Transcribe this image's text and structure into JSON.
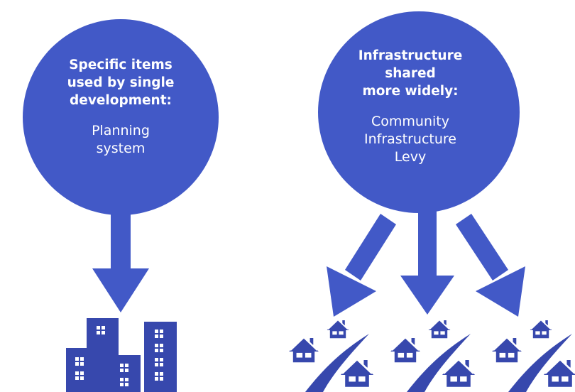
{
  "colors": {
    "circle": "#4259c7",
    "arrow": "#4259c7",
    "icon": "#3748ad"
  },
  "left": {
    "heading_lines": [
      "Specific items",
      "used by single",
      "development:"
    ],
    "sub_lines": [
      "Planning",
      "system"
    ]
  },
  "right": {
    "heading_lines": [
      "Infrastructure",
      "shared",
      "more widely:"
    ],
    "sub_lines": [
      "Community",
      "Infrastructure",
      "Levy"
    ]
  },
  "icons": {
    "left_group": "office-buildings-icon",
    "right_groups": [
      "housing-estate-icon",
      "housing-estate-icon",
      "housing-estate-icon"
    ]
  }
}
